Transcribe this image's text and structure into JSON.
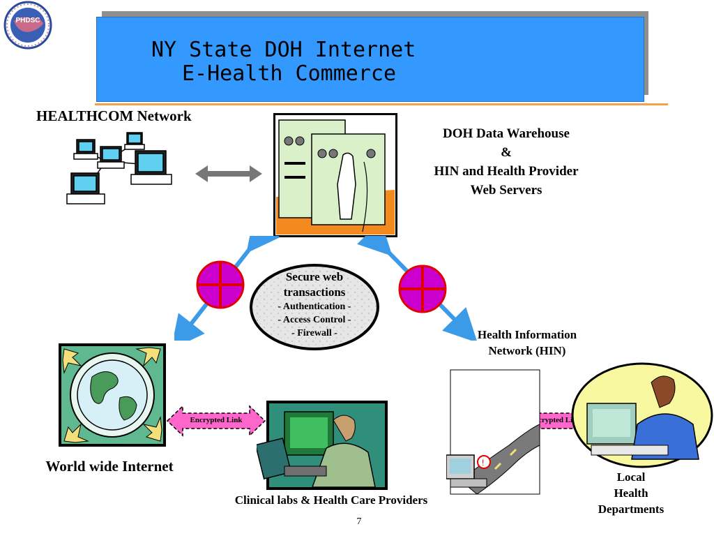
{
  "logo": {
    "text": "PHDSC",
    "icon": "phdsc-logo-icon"
  },
  "title": {
    "line1": "NY State DOH Internet",
    "line2": "E-Health Commerce"
  },
  "labels": {
    "healthcom_network": "HEALTHCOM Network",
    "doh_warehouse": [
      "DOH Data Warehouse",
      "&",
      "HIN and Health Provider",
      "Web Servers"
    ],
    "hin": [
      "Health Information",
      "Network (HIN)"
    ],
    "world_wide_internet": "World wide Internet",
    "clinical_labs": "Clinical labs & Health Care Providers",
    "local_health": [
      "Local",
      "Health",
      "Departments"
    ]
  },
  "secure": {
    "heading": "Secure web transactions",
    "items": [
      "- Authentication -",
      "- Access Control -",
      "- Firewall -"
    ]
  },
  "encrypted_links": [
    "Encrypted Link",
    "Encrypted Link"
  ],
  "page_number": "7",
  "colors": {
    "title_bg": "#3399ff",
    "title_shadow": "#8f8f8f",
    "divider": "#f5a04a",
    "arrow_blue": "#3c9be8",
    "lock_magenta": "#cc00cc",
    "lock_red": "#e00000",
    "encrypted_pink": "#ff66cc"
  }
}
